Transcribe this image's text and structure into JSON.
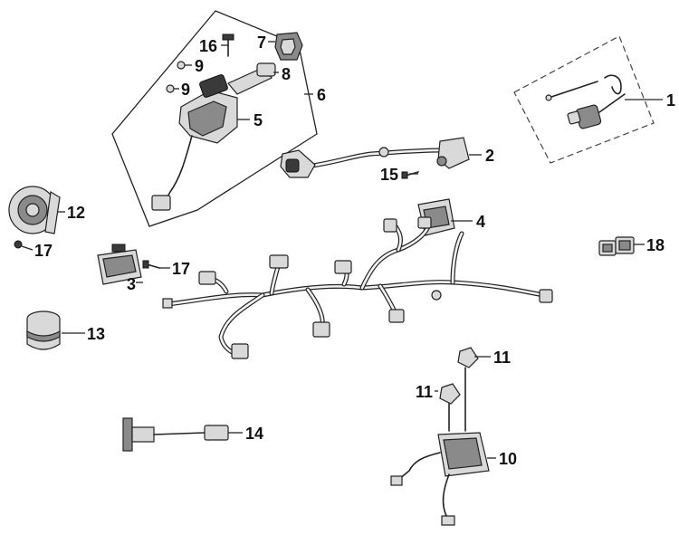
{
  "callouts": {
    "c1": "1",
    "c2": "2",
    "c3": "3",
    "c4": "4",
    "c5": "5",
    "c6": "6",
    "c7": "7",
    "c8": "8",
    "c9a": "9",
    "c9b": "9",
    "c10": "10",
    "c11a": "11",
    "c11b": "11",
    "c12": "12",
    "c13": "13",
    "c14": "14",
    "c15": "15",
    "c16": "16",
    "c17a": "17",
    "c17b": "17",
    "c18": "18"
  },
  "colors": {
    "line": "#222222",
    "part_fill": "#d9d9d9",
    "part_dark": "#8a8a8a"
  }
}
